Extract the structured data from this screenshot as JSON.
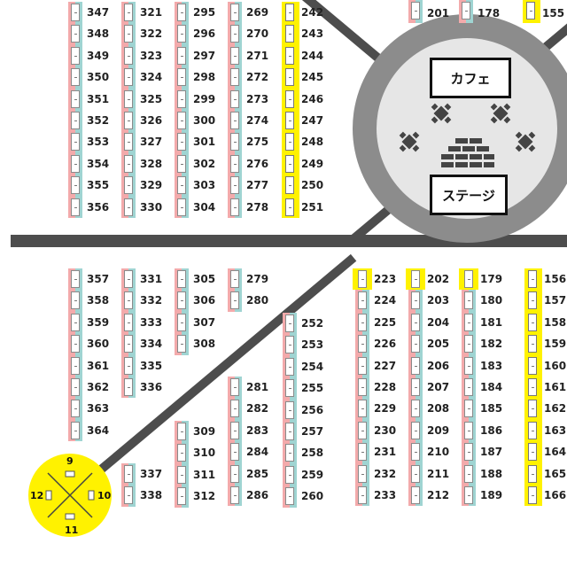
{
  "venue": {
    "cafe_label": "カフェ",
    "stage_label": "ステージ"
  },
  "colors": {
    "road": "#4d4d4d",
    "highlight_yellow": "#fff200",
    "booth_pink": "#f3aaab",
    "booth_teal": "#9fd4d2",
    "hub_outer": "#8c8c8c",
    "hub_inner": "#e6e6e6"
  },
  "upper_columns": [
    {
      "numbers": [
        "347",
        "348",
        "349",
        "350",
        "351",
        "352",
        "353",
        "354",
        "355",
        "356"
      ],
      "style": "pair"
    },
    {
      "numbers": [
        "321",
        "322",
        "323",
        "324",
        "325",
        "326",
        "327",
        "328",
        "329",
        "330"
      ],
      "style": "pair"
    },
    {
      "numbers": [
        "295",
        "296",
        "297",
        "298",
        "299",
        "300",
        "301",
        "302",
        "303",
        "304"
      ],
      "style": "pair"
    },
    {
      "numbers": [
        "269",
        "270",
        "271",
        "272",
        "273",
        "274",
        "275",
        "276",
        "277",
        "278"
      ],
      "style": "pair"
    },
    {
      "numbers": [
        "242",
        "243",
        "244",
        "245",
        "246",
        "247",
        "248",
        "249",
        "250",
        "251"
      ],
      "style": "yellow"
    }
  ],
  "top_partial": [
    {
      "number": "201",
      "style": "pair"
    },
    {
      "number": "178",
      "style": "pair"
    },
    {
      "number": "155",
      "style": "yellow"
    }
  ],
  "lower_columns": [
    {
      "numbers": [
        "357",
        "358",
        "359",
        "360",
        "361",
        "362",
        "363",
        "364"
      ],
      "style": "pair"
    },
    {
      "numbers": [
        "331",
        "332",
        "333",
        "334",
        "335",
        "336"
      ],
      "style": "pair"
    },
    {
      "numbers": [
        "305",
        "306",
        "307",
        "308"
      ],
      "style": "pair"
    },
    {
      "numbers": [
        "279",
        "280"
      ],
      "style": "pair"
    },
    {
      "numbers": [
        "252",
        "253",
        "254",
        "255",
        "256",
        "257",
        "258",
        "259",
        "260"
      ],
      "style": "pair"
    },
    {
      "numbers": [
        "281",
        "282",
        "283",
        "284",
        "285",
        "286"
      ],
      "style": "pair"
    },
    {
      "numbers": [
        "309",
        "310",
        "311",
        "312"
      ],
      "style": "pair"
    },
    {
      "numbers": [
        "337",
        "338"
      ],
      "style": "pair"
    },
    {
      "numbers": [
        "223",
        "224",
        "225",
        "226",
        "227",
        "228",
        "229",
        "230",
        "231",
        "232",
        "233"
      ],
      "style": "pair-yellow-top"
    },
    {
      "numbers": [
        "202",
        "203",
        "204",
        "205",
        "206",
        "207",
        "208",
        "209",
        "210",
        "211",
        "212"
      ],
      "style": "pair-yellow-top"
    },
    {
      "numbers": [
        "179",
        "180",
        "181",
        "182",
        "183",
        "184",
        "185",
        "186",
        "187",
        "188",
        "189"
      ],
      "style": "pair-yellow-top"
    },
    {
      "numbers": [
        "156",
        "157",
        "158",
        "159",
        "160",
        "161",
        "162",
        "163",
        "164",
        "165",
        "166"
      ],
      "style": "yellow"
    }
  ],
  "plaza": {
    "top": "9",
    "left": "12",
    "right": "10",
    "bottom": "11"
  }
}
